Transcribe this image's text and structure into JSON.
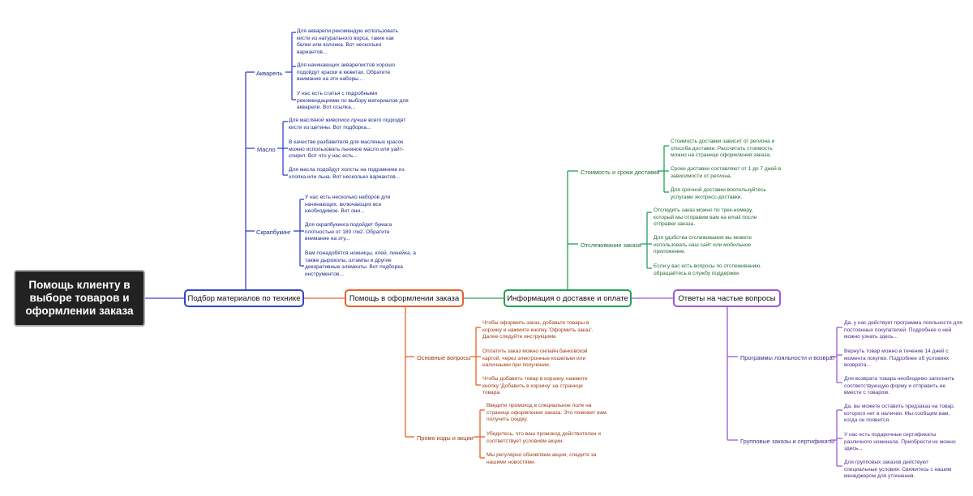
{
  "root": {
    "title": "Помощь клиенту в выборе товаров и оформлении заказа"
  },
  "colors": {
    "blue": "#3345c8",
    "orange": "#e8632a",
    "green": "#24a05a",
    "purple": "#9b59d6",
    "root_bg": "#222222"
  },
  "branches": [
    {
      "id": "materials",
      "label": "Подбор материалов по технике",
      "subtopics": [
        {
          "label": "Акварель",
          "leaves": [
            "Для акварели рекомендую использовать кисти из натурального ворса, такие как белки или колонка. Вот несколько вариантов...",
            "Для начинающих акварелистов хорошо подойдут краски в кюветах. Обратите внимание на эти наборы...",
            "У нас есть статья с подробными рекомендациями по выбору материалов для акварели. Вот ссылка..."
          ]
        },
        {
          "label": "Масло",
          "leaves": [
            "Для масляной живописи лучше всего подходят кисти из щетины. Вот подборка...",
            "В качестве разбавителя для масляных красок можно использовать льняное масло или уайт-спирит. Вот что у нас есть...",
            "Для масла подойдут холсты на подрамнике из хлопка или льна. Вот несколько вариантов..."
          ]
        },
        {
          "label": "Скрапбукинг",
          "leaves": [
            "У нас есть несколько наборов для начинающих, включающих все необходимое. Вот они...",
            "Для скрапбукинга подойдет бумага плотностью от 180 г/м2. Обратите внимание на эту...",
            "Вам понадобятся ножницы, клей, линейка, а также дыроколы, штампы и другие декоративные элементы. Вот подборка инструментов..."
          ]
        }
      ]
    },
    {
      "id": "order",
      "label": "Помощь в оформлении заказа",
      "subtopics": [
        {
          "label": "Основные вопросы",
          "leaves": [
            "Чтобы оформить заказ, добавьте товары в корзину и нажмите кнопку 'Оформить заказ'. Далее следуйте инструкциям.",
            "Оплатить заказ можно онлайн банковской картой, через электронные кошельки или наличными при получении.",
            "Чтобы добавить товар в корзину, нажмите кнопку 'Добавить в корзину' на странице товара."
          ]
        },
        {
          "label": "Промо коды и акции",
          "leaves": [
            "Введите промокод в специальное поле на странице оформления заказа. Это поможет вам получить скидку.",
            "Убедитесь, что ваш промокод действителен и соответствует условиям акции.",
            "Мы регулярно обновляем акции, следите за нашими новостями."
          ]
        }
      ]
    },
    {
      "id": "delivery",
      "label": "Информация о доставке и оплате",
      "subtopics": [
        {
          "label": "Стоимость и сроки доставки",
          "leaves": [
            "Стоимость доставки зависит от региона и способа доставки. Рассчитать стоимость можно на странице оформления заказа.",
            "Сроки доставки составляют от 1 до 7 дней в зависимости от региона.",
            "Для срочной доставки воспользуйтесь услугами экспресс-доставки."
          ]
        },
        {
          "label": "Отслеживание заказа",
          "leaves": [
            "Отследить заказ можно по трек-номеру, который мы отправим вам на email после отправки заказа.",
            "Для удобства отслеживания вы можете использовать наш сайт или мобильное приложение.",
            "Если у вас есть вопросы по отслеживанию, обращайтесь в службу поддержки."
          ]
        }
      ]
    },
    {
      "id": "faq",
      "label": "Ответы на частые вопросы",
      "subtopics": [
        {
          "label": "Программы лояльности и возврат",
          "leaves": [
            "Да, у нас действует программа лояльности для постоянных покупателей. Подробнее о ней можно узнать здесь...",
            "Вернуть товар можно в течение 14 дней с момента покупки. Подробнее об условиях возврата...",
            "Для возврата товара необходимо заполнить соответствующую форму и отправить ее вместе с товаром."
          ]
        },
        {
          "label": "Групповые заказы и сертификаты",
          "leaves": [
            "Да, вы можете оставить предзаказ на товар, которого нет в наличии. Мы сообщим вам, когда он появится.",
            "У нас есть подарочные сертификаты различного номинала. Приобрести их можно здесь...",
            "Для групповых заказов действуют специальные условия. Свяжитесь с нашим менеджером для уточнения."
          ]
        }
      ]
    }
  ]
}
